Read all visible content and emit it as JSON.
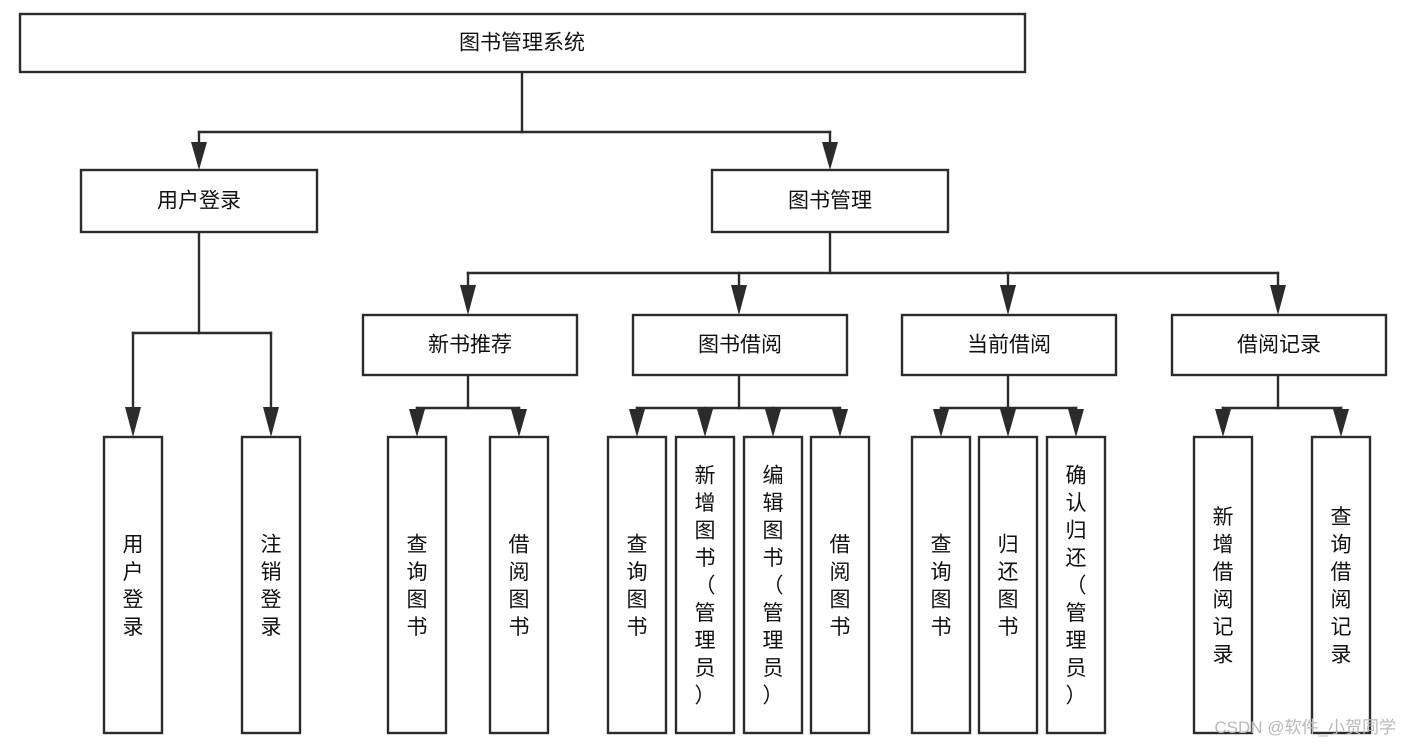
{
  "diagram": {
    "title": "图书管理系统",
    "type": "tree-hierarchy-chart",
    "root": {
      "id": "root",
      "label": "图书管理系统",
      "orientation": "horizontal"
    },
    "level2": [
      {
        "id": "user-login",
        "label": "用户登录",
        "orientation": "horizontal"
      },
      {
        "id": "book-manage",
        "label": "图书管理",
        "orientation": "horizontal"
      }
    ],
    "level3": [
      {
        "id": "new-book-recommend",
        "label": "新书推荐",
        "orientation": "horizontal"
      },
      {
        "id": "book-borrow",
        "label": "图书借阅",
        "orientation": "horizontal"
      },
      {
        "id": "current-borrow",
        "label": "当前借阅",
        "orientation": "horizontal"
      },
      {
        "id": "borrow-record",
        "label": "借阅记录",
        "orientation": "horizontal"
      }
    ],
    "leaves": {
      "user_login": [
        {
          "id": "leaf-user-login",
          "label": "用户登录",
          "orientation": "vertical"
        },
        {
          "id": "leaf-logout-login",
          "label": "注销登录",
          "orientation": "vertical"
        }
      ],
      "new_book_recommend": [
        {
          "id": "leaf-query-book-1",
          "label": "查询图书",
          "orientation": "vertical"
        },
        {
          "id": "leaf-borrow-book-1",
          "label": "借阅图书",
          "orientation": "vertical"
        }
      ],
      "book_borrow": [
        {
          "id": "leaf-query-book-2",
          "label": "查询图书",
          "orientation": "vertical"
        },
        {
          "id": "leaf-add-book",
          "label": "新增图书（管理员）",
          "orientation": "vertical"
        },
        {
          "id": "leaf-edit-book",
          "label": "编辑图书（管理员）",
          "orientation": "vertical"
        },
        {
          "id": "leaf-borrow-book-2",
          "label": "借阅图书",
          "orientation": "vertical"
        }
      ],
      "current_borrow": [
        {
          "id": "leaf-query-book-3",
          "label": "查询图书",
          "orientation": "vertical"
        },
        {
          "id": "leaf-return-book",
          "label": "归还图书",
          "orientation": "vertical"
        },
        {
          "id": "leaf-confirm-return",
          "label": "确认归还（管理员）",
          "orientation": "vertical"
        }
      ],
      "borrow_record": [
        {
          "id": "leaf-add-borrow-record",
          "label": "新增借阅记录",
          "orientation": "vertical"
        },
        {
          "id": "leaf-query-borrow-record",
          "label": "查询借阅记录",
          "orientation": "vertical"
        }
      ]
    },
    "colors": {
      "stroke": "#2b2b2b",
      "fill": "#ffffff",
      "text": "#111111",
      "watermark": "#b9b9b9"
    }
  },
  "watermark": {
    "text": "CSDN @软件_小贺同学"
  }
}
